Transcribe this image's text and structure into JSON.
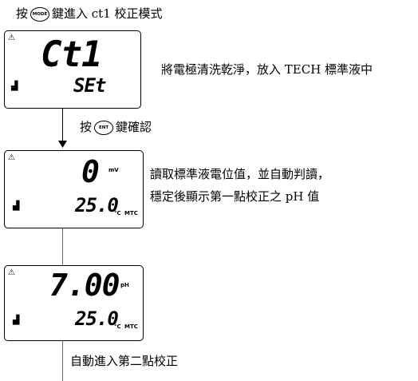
{
  "step1": {
    "prefix": "按",
    "key": "MODE",
    "suffix": "鍵進入 ct1 校正模式"
  },
  "screen1": {
    "main": "Ct1",
    "sub": "SEt",
    "warn_icon": "warning-triangle",
    "bucket_icon": "bucket"
  },
  "note1": "將電極清洗乾淨，放入 TECH 標準液中",
  "step2": {
    "prefix": "按",
    "key": "ENT",
    "suffix": "鍵確認"
  },
  "screen2": {
    "main": "0",
    "unit": "mV",
    "temp": "25.0",
    "temp_unit": "°C",
    "mode": "MTC"
  },
  "note2": {
    "line1": "讀取標準液電位值，並自動判讀，",
    "line2": "穩定後顯示第一點校正之 pH 值"
  },
  "screen3": {
    "main": "7.00",
    "unit": "pH",
    "temp": "25.0",
    "temp_unit": "°C",
    "mode": "MTC"
  },
  "step3": "自動進入第二點校正"
}
